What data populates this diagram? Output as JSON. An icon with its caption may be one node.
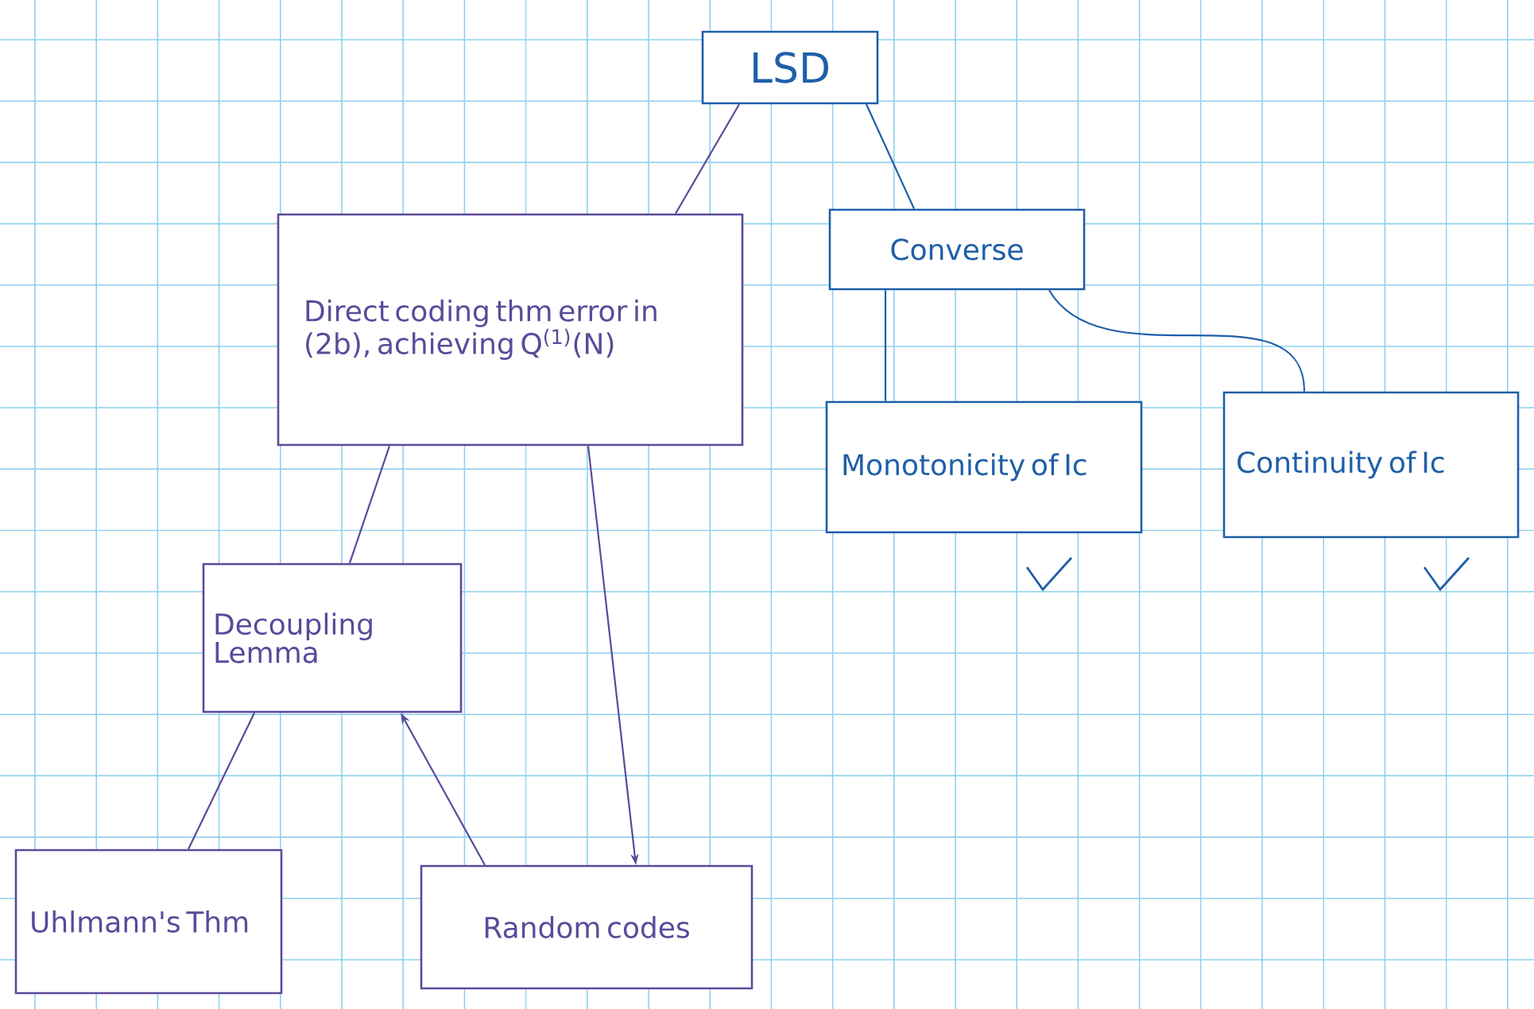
{
  "diagram": {
    "nodes": [
      {
        "text": [
          "LSD"
        ]
      },
      {
        "text": [
          "Direct coding thm error in (2b), achieving Q$^{(1)}$(N)"
        ]
      },
      {
        "text": [
          "Converse"
        ]
      },
      {
        "text": [
          "Monotonicity of Ic"
        ]
      },
      {
        "text": [
          "Continuity of Ic"
        ]
      },
      {
        "text": [
          "Decoupling Lemma"
        ]
      },
      {
        "text": [
          "Uhlmann's Thm"
        ]
      },
      {
        "text": [
          "Random codes"
        ]
      }
    ],
    "edges": [
      {
        "from": 0,
        "to": 1,
        "arrow": "none"
      },
      {
        "from": 0,
        "to": 2,
        "arrow": "none",
        "color": "#1f5fa8"
      },
      {
        "from": 2,
        "to": 3,
        "arrow": "none",
        "color": "#1f5fa8"
      },
      {
        "from": 2,
        "to": 4,
        "arrow": "none",
        "color": "#1f5fa8"
      },
      {
        "from": 1,
        "to": 5,
        "arrow": "none"
      },
      {
        "from": 1,
        "to": 7,
        "arrow": "to"
      },
      {
        "from": 5,
        "to": 6,
        "arrow": "none"
      },
      {
        "from": 7,
        "to": 5,
        "arrow": "to"
      }
    ]
  }
}
